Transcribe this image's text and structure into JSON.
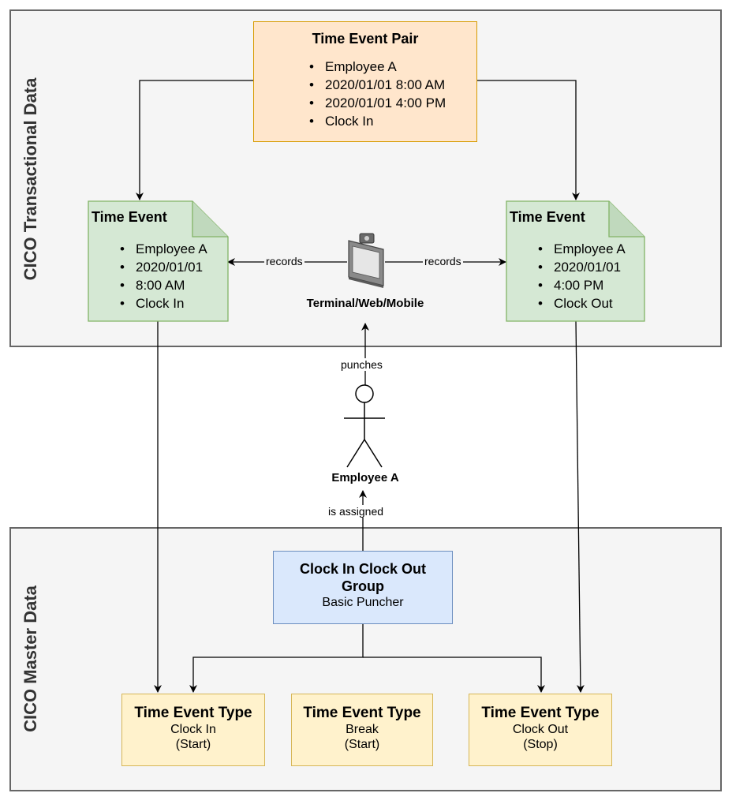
{
  "regions": {
    "transactional": {
      "label": "CICO Transactional Data"
    },
    "master": {
      "label": "CICO Master Data"
    }
  },
  "time_event_pair": {
    "title": "Time Event Pair",
    "items": [
      "Employee A",
      "2020/01/01 8:00 AM",
      "2020/01/01 4:00 PM",
      "Clock In"
    ]
  },
  "time_event_left": {
    "title": "Time Event",
    "items": [
      "Employee A",
      "2020/01/01",
      "8:00 AM",
      "Clock In"
    ]
  },
  "time_event_right": {
    "title": "Time Event",
    "items": [
      "Employee A",
      "2020/01/01",
      "4:00 PM",
      "Clock Out"
    ]
  },
  "terminal": {
    "caption": "Terminal/Web/Mobile",
    "icon": "terminal-device-icon"
  },
  "employee": {
    "caption": "Employee A",
    "icon": "stick-figure-icon"
  },
  "edge_labels": {
    "records_left": "records",
    "records_right": "records",
    "punches": "punches",
    "is_assigned": "is assigned"
  },
  "cico_group": {
    "title_line1": "Clock In Clock Out",
    "title_line2": "Group",
    "subtitle": "Basic Puncher"
  },
  "event_types": [
    {
      "title": "Time Event Type",
      "line1": "Clock In",
      "line2": "(Start)"
    },
    {
      "title": "Time Event Type",
      "line1": "Break",
      "line2": "(Start)"
    },
    {
      "title": "Time Event Type",
      "line1": "Clock Out",
      "line2": "(Stop)"
    }
  ],
  "colors": {
    "region_fill": "#f5f5f5",
    "region_border": "#666666",
    "pair_fill": "#ffe6cc",
    "pair_border": "#d79b00",
    "event_fill": "#d5e8d4",
    "event_border": "#82b366",
    "group_fill": "#dae8fc",
    "group_border": "#6c8ebf",
    "type_fill": "#fff2cc",
    "type_border": "#d6b656"
  }
}
